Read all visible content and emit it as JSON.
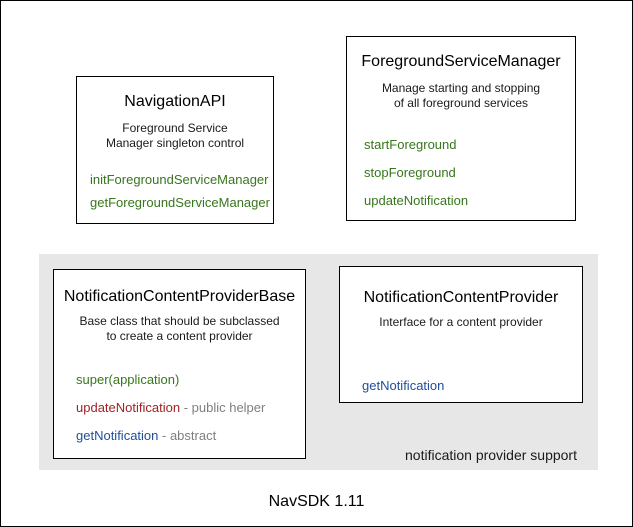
{
  "diagram": {
    "caption": "NavSDK 1.11",
    "group_label": "notification provider support"
  },
  "boxes": [
    {
      "title": "NavigationAPI",
      "desc": [
        "Foreground Service",
        "Manager singleton control"
      ],
      "methods": [
        {
          "label": "initForegroundServiceManager",
          "color": "green",
          "suffix": ""
        },
        {
          "label": "getForegroundServiceManager",
          "color": "green",
          "suffix": ""
        }
      ]
    },
    {
      "title": "ForegroundServiceManager",
      "desc": [
        "Manage starting and stopping",
        "of all foreground services"
      ],
      "methods": [
        {
          "label": "startForeground",
          "color": "green",
          "suffix": ""
        },
        {
          "label": "stopForeground",
          "color": "green",
          "suffix": ""
        },
        {
          "label": "updateNotification",
          "color": "green",
          "suffix": ""
        }
      ]
    },
    {
      "title": "NotificationContentProviderBase",
      "desc": [
        "Base class that should be subclassed",
        "to create a content provider"
      ],
      "methods": [
        {
          "label": "super(application)",
          "color": "green",
          "suffix": ""
        },
        {
          "label": "updateNotification",
          "color": "red",
          "suffix": " - public helper"
        },
        {
          "label": "getNotification",
          "color": "blue",
          "suffix": " - abstract"
        }
      ]
    },
    {
      "title": "NotificationContentProvider",
      "desc": [
        "Interface for a content provider"
      ],
      "methods": [
        {
          "label": "getNotification",
          "color": "blue",
          "suffix": ""
        }
      ]
    }
  ],
  "colors": {
    "method_green": "#38761d",
    "method_red": "#a32227",
    "method_blue": "#1f4e9b",
    "suffix_gray": "#7f7f7f",
    "panel_gray": "#e7e7e7",
    "border_black": "#000000",
    "background": "#ffffff"
  }
}
